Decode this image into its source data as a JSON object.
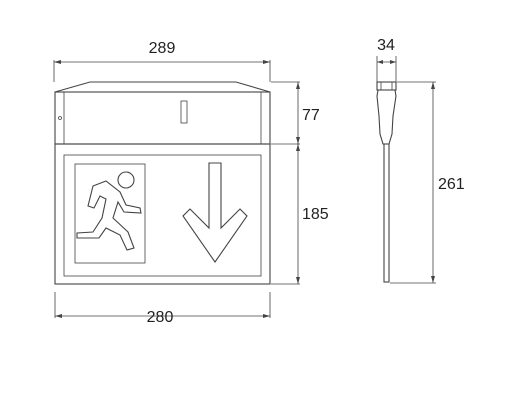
{
  "dimensions": {
    "top_width": "289",
    "bottom_width": "280",
    "housing_height": "77",
    "panel_height": "185",
    "side_depth": "34",
    "side_height": "261"
  },
  "colors": {
    "line": "#444444",
    "text": "#222222",
    "background": "#ffffff"
  },
  "icons": {
    "running_man": "running-man-icon",
    "arrow": "arrow-down-icon"
  }
}
